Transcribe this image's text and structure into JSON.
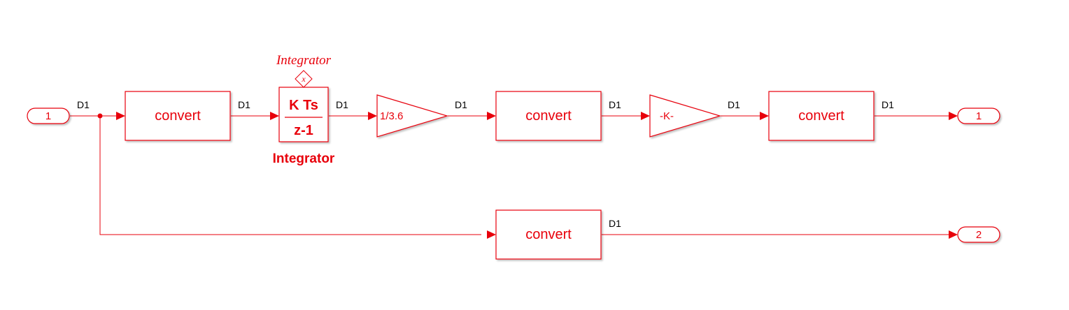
{
  "colors": {
    "accent": "#e8000b",
    "signal_label": "#000000",
    "background": "#ffffff"
  },
  "inports": [
    {
      "label": "1"
    }
  ],
  "outports": [
    {
      "label": "1"
    },
    {
      "label": "2"
    }
  ],
  "blocks": {
    "convert_1": "convert",
    "convert_2": "convert",
    "convert_3": "convert",
    "convert_4": "convert",
    "integrator": {
      "numerator": "K Ts",
      "denominator": "z-1",
      "name": "Integrator",
      "annotation": "Integrator",
      "state_mark": "x"
    },
    "gain_1": "1/3.6",
    "gain_2": "-K-"
  },
  "signal_labels": [
    "D1",
    "D1",
    "D1",
    "D1",
    "D1",
    "D1",
    "D1",
    "D1"
  ]
}
